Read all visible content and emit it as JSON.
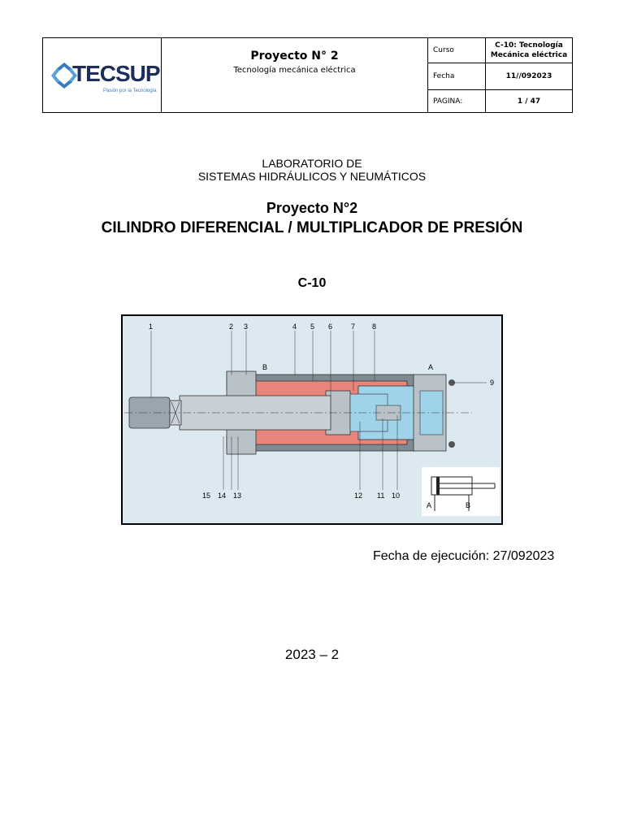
{
  "header": {
    "logo_text": "TECSUP",
    "logo_tagline": "Pasión por la Tecnología",
    "title": "Proyecto N° 2",
    "subtitle": "Tecnología mecánica eléctrica",
    "rows": [
      {
        "label": "Curso",
        "value": "C-10: Tecnología Mecánica eléctrica"
      },
      {
        "label": "Fecha",
        "value": "11//092023"
      },
      {
        "label": "PAGINA:",
        "value": "1 / 47"
      }
    ]
  },
  "document": {
    "lab_line1": "LABORATORIO DE",
    "lab_line2": "SISTEMAS HIDRÁULICOS Y NEUMÁTICOS",
    "project": "Proyecto N°2",
    "title": "CILINDRO DIFERENCIAL / MULTIPLICADOR DE PRESIÓN",
    "code": "C-10",
    "execution_date": "Fecha de ejecución: 27/092023",
    "year": "2023 – 2"
  },
  "figure": {
    "top_labels": [
      "1",
      "2",
      "3",
      "4",
      "5",
      "6",
      "7",
      "8"
    ],
    "bottom_labels": [
      "15",
      "14",
      "13",
      "12",
      "11",
      "10"
    ],
    "side_label": "9",
    "port_labels": [
      "B",
      "A"
    ],
    "symbol_labels": [
      "A",
      "B"
    ]
  },
  "colors": {
    "figure_bg": "#dce9f0",
    "chamber_red": "#e8857a",
    "chamber_blue": "#9fd3ea",
    "steel": "#b9c2c8",
    "logo_blue": "#1d2e5c"
  }
}
